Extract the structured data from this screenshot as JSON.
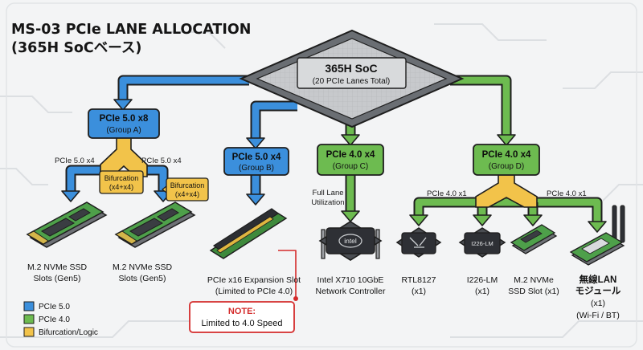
{
  "title": {
    "line1": "MS-03 PCIe LANE ALLOCATION",
    "line2": "(365H SoCベース)"
  },
  "soc": {
    "name": "365H SoC",
    "sub": "(20 PCIe Lanes Total)"
  },
  "groups": [
    {
      "id": "A",
      "title": "PCIe 5.0 x8",
      "sub": "(Group A)"
    },
    {
      "id": "B",
      "title": "PCIe 5.0 x4",
      "sub": "(Group B)"
    },
    {
      "id": "C",
      "title": "PCIe 4.0 x4",
      "sub": "(Group C)"
    },
    {
      "id": "D",
      "title": "PCIe 4.0 x4",
      "sub": "(Group D)"
    }
  ],
  "lane_labels": {
    "a_left": "PCIe 5.0 x4",
    "a_right": "PCIe 5.0 x4",
    "d_left": "PCIe 4.0 x1",
    "d_right": "PCIe 4.0 x1"
  },
  "bifurcation": {
    "box1": [
      "Bifurcation",
      "(x4+x4)"
    ],
    "box2": [
      "Bifurcation",
      "(x4+x4)"
    ]
  },
  "full_lane": [
    "Full Lane",
    "Utilization"
  ],
  "devices": {
    "ssd1": [
      "M.2 NVMe SSD",
      "Slots (Gen5)"
    ],
    "ssd2": [
      "M.2 NVMe SSD",
      "Slots (Gen5)"
    ],
    "pcie_slot": [
      "PCIe x16 Expansion Slot",
      "(Limited to PCIe 4.0)"
    ],
    "x710": [
      "Intel X710 10GbE",
      "Network Controller"
    ],
    "rtl": [
      "RTL8127",
      "(x1)"
    ],
    "i226": [
      "I226-LM",
      "(x1)"
    ],
    "m2ssd": [
      "M.2 NVMe",
      "SSD Slot (x1)"
    ],
    "wlan": [
      "無線LAN",
      "モジュール",
      "(x1)",
      "(Wi-Fi / BT)"
    ]
  },
  "chip_labels": {
    "x710": "intel",
    "i226": "I226-LM"
  },
  "note": {
    "title": "NOTE:",
    "text": "Limited to 4.0 Speed"
  },
  "legend": [
    {
      "label": "PCIe 5.0",
      "color": "#3b8fdc"
    },
    {
      "label": "PCIe 4.0",
      "color": "#6dbb50"
    },
    {
      "label": "Bifurcation/Logic",
      "color": "#f2c34a"
    }
  ],
  "colors": {
    "pcie5": "#3b8fdc",
    "pcie4": "#6dbb50",
    "logic": "#f2c34a",
    "note": "#d42b2b",
    "background": "#f3f4f5"
  }
}
